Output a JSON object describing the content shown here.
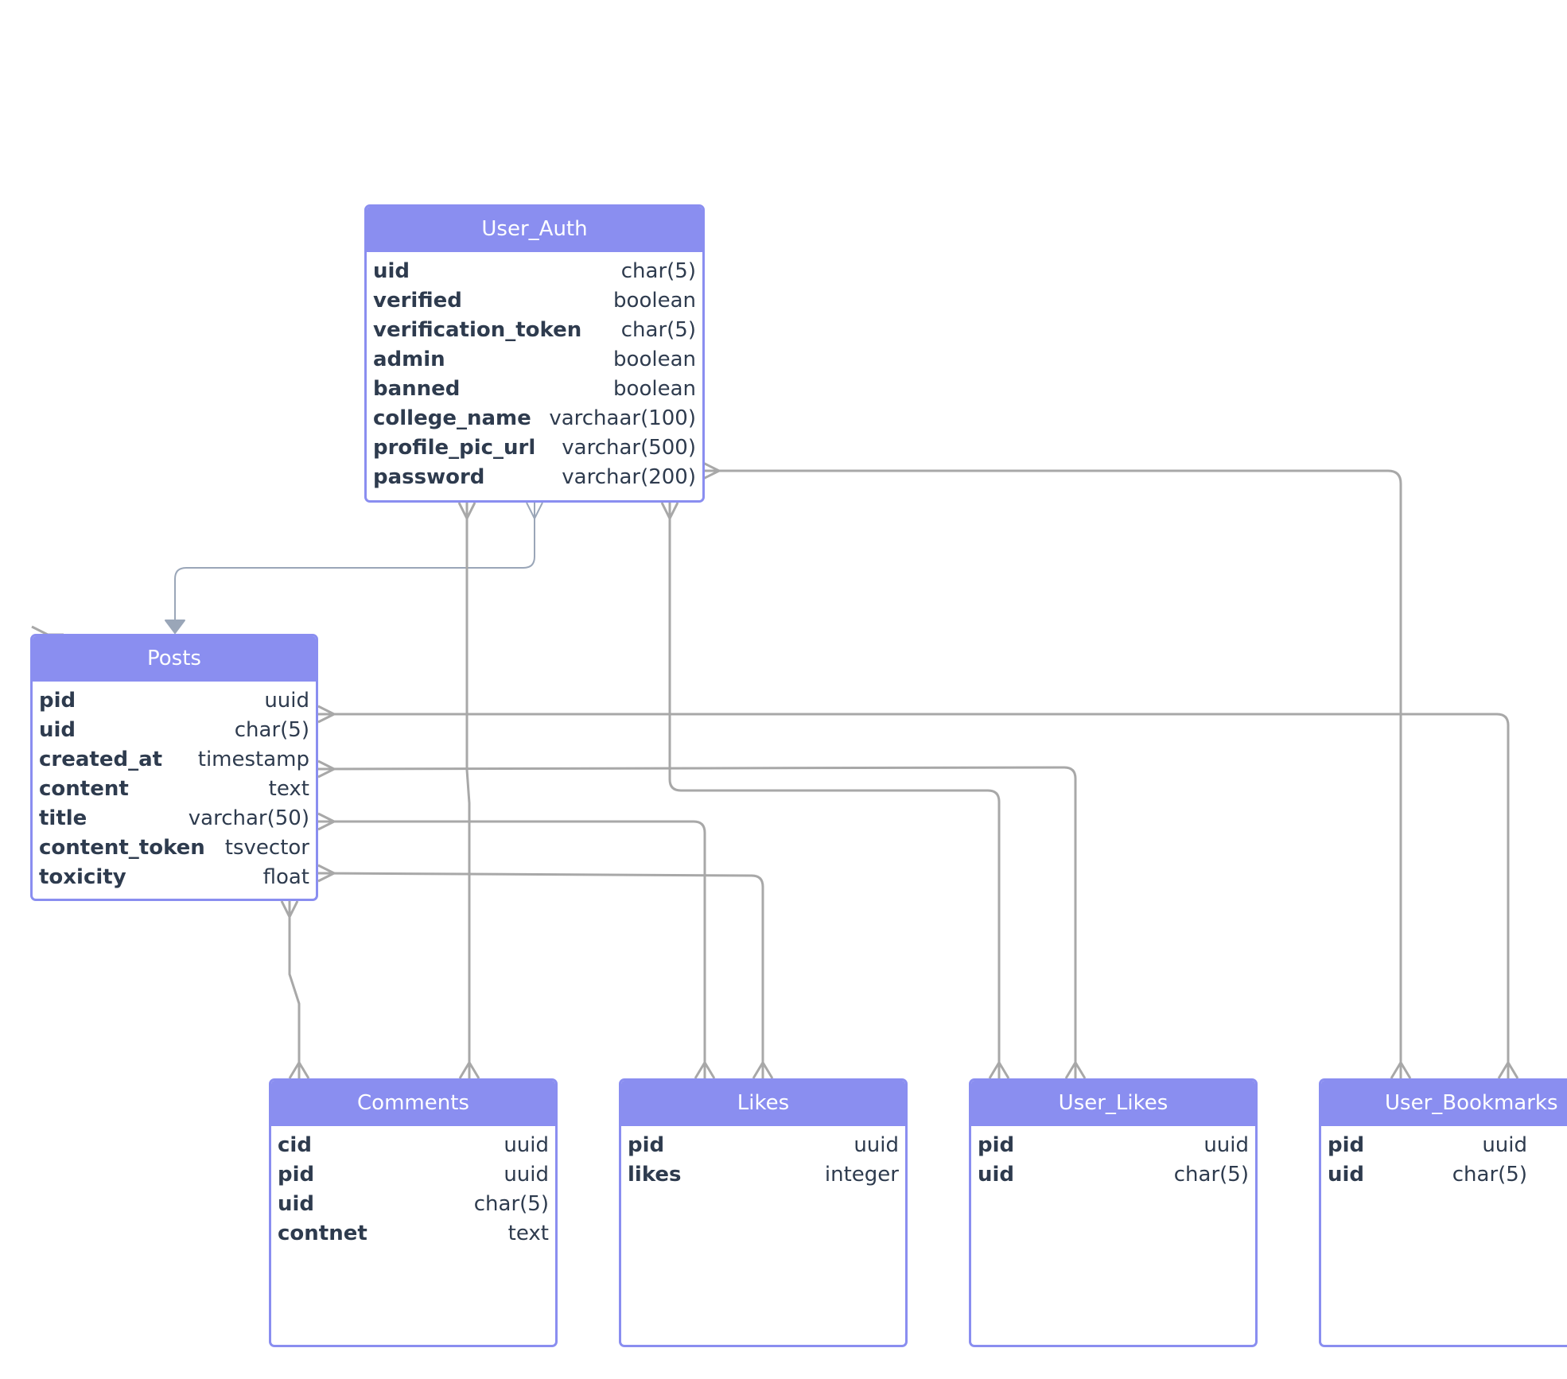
{
  "entities": [
    {
      "title": "User_Auth",
      "fields": [
        {
          "name": "uid",
          "type": "char(5)"
        },
        {
          "name": "verified",
          "type": "boolean"
        },
        {
          "name": "verification_token",
          "type": "char(5)"
        },
        {
          "name": "admin",
          "type": "boolean"
        },
        {
          "name": "banned",
          "type": "boolean"
        },
        {
          "name": "college_name",
          "type": "varchaar(100)"
        },
        {
          "name": "profile_pic_url",
          "type": "varchar(500)"
        },
        {
          "name": "password",
          "type": "varchar(200)"
        }
      ]
    },
    {
      "title": "Posts",
      "fields": [
        {
          "name": "pid",
          "type": "uuid"
        },
        {
          "name": "uid",
          "type": "char(5)"
        },
        {
          "name": "created_at",
          "type": "timestamp"
        },
        {
          "name": "content",
          "type": "text"
        },
        {
          "name": "title",
          "type": "varchar(50)"
        },
        {
          "name": "content_token",
          "type": "tsvector"
        },
        {
          "name": "toxicity",
          "type": "float"
        }
      ]
    },
    {
      "title": "Comments",
      "fields": [
        {
          "name": "cid",
          "type": "uuid"
        },
        {
          "name": "pid",
          "type": "uuid"
        },
        {
          "name": "uid",
          "type": "char(5)"
        },
        {
          "name": "contnet",
          "type": "text"
        }
      ]
    },
    {
      "title": "Likes",
      "fields": [
        {
          "name": "pid",
          "type": "uuid"
        },
        {
          "name": "likes",
          "type": "integer"
        }
      ]
    },
    {
      "title": "User_Likes",
      "fields": [
        {
          "name": "pid",
          "type": "uuid"
        },
        {
          "name": "uid",
          "type": "char(5)"
        }
      ]
    },
    {
      "title": "User_Bookmarks",
      "fields": [
        {
          "name": "pid",
          "type": "uuid"
        },
        {
          "name": "uid",
          "type": "char(5)"
        }
      ]
    }
  ],
  "relationships": [
    {
      "from": "User_Auth",
      "to": "Posts",
      "cardinality": "one-to-many"
    },
    {
      "from": "User_Auth",
      "to": "Comments",
      "cardinality": "many-to-many"
    },
    {
      "from": "User_Auth",
      "to": "User_Likes",
      "cardinality": "many-to-many"
    },
    {
      "from": "User_Auth",
      "to": "User_Bookmarks",
      "cardinality": "many-to-many"
    },
    {
      "from": "Posts",
      "to": "Comments",
      "cardinality": "many-to-many"
    },
    {
      "from": "Posts",
      "to": "Likes",
      "cardinality": "many-to-many"
    },
    {
      "from": "Posts",
      "to": "User_Likes",
      "cardinality": "many-to-many"
    },
    {
      "from": "Posts",
      "to": "User_Bookmarks",
      "cardinality": "many-to-many"
    }
  ],
  "colors": {
    "header": "#8a8ef0",
    "border": "#8a8ef0",
    "connector": "#a8a8a8",
    "connector_light": "#9aa6b8",
    "text": "#2e3b4e"
  }
}
